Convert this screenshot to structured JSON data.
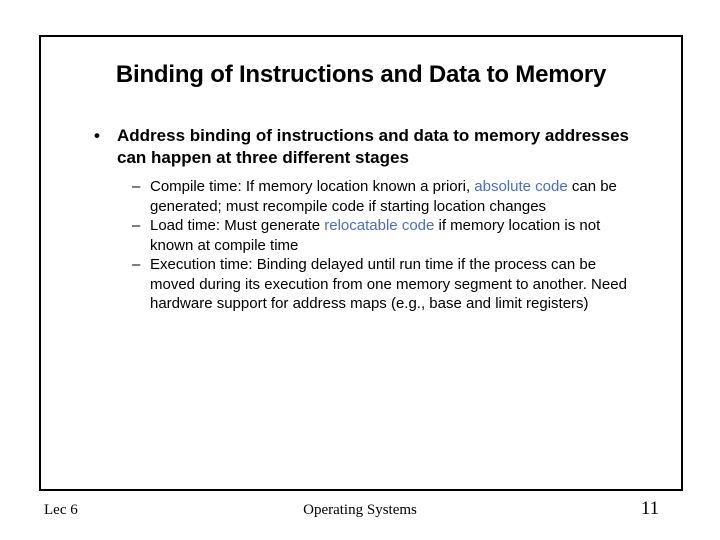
{
  "slide": {
    "title": "Binding of Instructions and Data to Memory",
    "bullets": [
      {
        "marker": "•",
        "text": "Address binding of instructions and data to memory addresses can happen at three different stages",
        "sub_bullets": [
          {
            "marker": "–",
            "segments": [
              {
                "text": "Compile time:  If memory location known a priori, ",
                "highlight": false
              },
              {
                "text": "absolute code",
                "highlight": true
              },
              {
                "text": " can be generated; must recompile code if starting location changes",
                "highlight": false
              }
            ]
          },
          {
            "marker": "–",
            "segments": [
              {
                "text": "Load time:  Must generate ",
                "highlight": false
              },
              {
                "text": "relocatable code",
                "highlight": true
              },
              {
                "text": " if memory location is not known at compile time",
                "highlight": false
              }
            ]
          },
          {
            "marker": "–",
            "segments": [
              {
                "text": "Execution time:  Binding delayed until run time if the process can be moved during its execution from one memory segment to another.  Need hardware support for address maps (e.g., base and limit registers)",
                "highlight": false
              }
            ]
          }
        ]
      }
    ]
  },
  "footer": {
    "lecture": "Lec 6",
    "course": "Operating Systems",
    "page_number": "11"
  },
  "colors": {
    "highlight": "#4a6fc4",
    "text": "#000000",
    "frame": "#000000",
    "background": "#ffffff"
  }
}
